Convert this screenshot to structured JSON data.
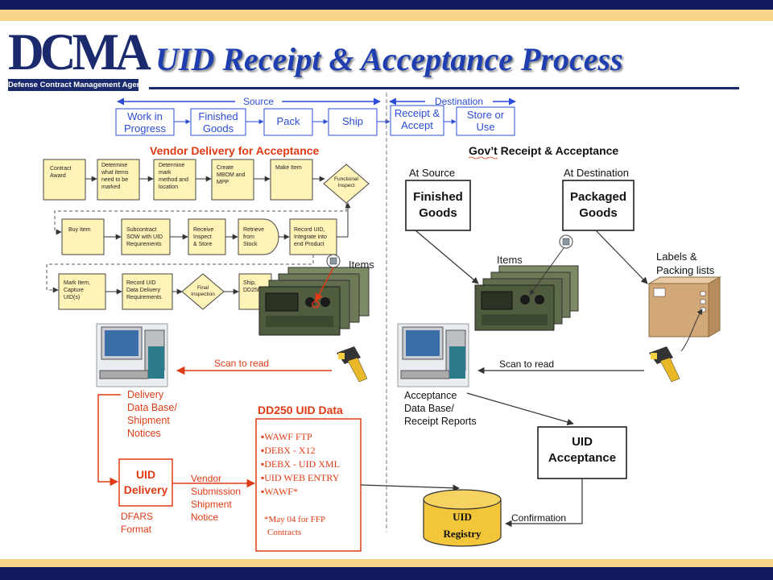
{
  "header": {
    "logo_word": "DCMA",
    "logo_subtitle": "Defense Contract Management Agency",
    "title": "UID Receipt & Acceptance Process"
  },
  "phases": {
    "source_label": "Source",
    "destination_label": "Destination",
    "steps": [
      {
        "line1": "Work in",
        "line2": "Progress"
      },
      {
        "line1": "Finished",
        "line2": "Goods"
      },
      {
        "line1": "Pack",
        "line2": ""
      },
      {
        "line1": "Ship",
        "line2": ""
      },
      {
        "line1": "Receipt &",
        "line2": "Accept"
      },
      {
        "line1": "Store or",
        "line2": "Use"
      }
    ]
  },
  "vendor": {
    "title": "Vendor Delivery for Acceptance",
    "row1": [
      {
        "lines": [
          "Contract",
          "Award"
        ]
      },
      {
        "lines": [
          "Determine",
          "what items",
          "need to be",
          "marked"
        ]
      },
      {
        "lines": [
          "Determine",
          "mark",
          "method and",
          "location"
        ]
      },
      {
        "lines": [
          "Create",
          "MBOM and",
          "MPP"
        ]
      },
      {
        "lines": [
          "Make Item"
        ]
      }
    ],
    "functional_inspect": [
      "Functional",
      "Inspect"
    ],
    "row2": [
      {
        "lines": [
          "Buy Item"
        ]
      },
      {
        "lines": [
          "Subcontract",
          "SOW with UID",
          "Requirements"
        ]
      },
      {
        "lines": [
          "Receive",
          "Inspect",
          "& Store"
        ]
      },
      {
        "lines": [
          "Retrieve",
          "from",
          "Stock"
        ]
      },
      {
        "lines": [
          "Record UID,",
          "Integrate into",
          "end Product"
        ]
      }
    ],
    "row3": [
      {
        "lines": [
          "Mark Item,",
          "Capture",
          "UID(s)"
        ]
      },
      {
        "lines": [
          "Record UID",
          "Data Delivery",
          "Requirements"
        ]
      }
    ],
    "final_inspection": [
      "Final",
      "Inspection"
    ],
    "ship_box": [
      "Ship,",
      "DD250"
    ],
    "items_label": "Items",
    "scan_label": "Scan to read",
    "delivery_db_lines": [
      "Delivery",
      "Data Base/",
      "Shipment",
      "Notices"
    ],
    "uid_delivery": [
      "UID",
      "Delivery"
    ],
    "dfars_lines": [
      "DFARS",
      "Format"
    ],
    "vendor_submission_lines": [
      "Vendor",
      "Submission",
      "Shipment",
      "Notice"
    ]
  },
  "dd250": {
    "title": "DD250 UID Data",
    "items": [
      "▪WAWF FTP",
      "▪DEBX - X12",
      "▪DEBX - UID XML",
      "▪UID WEB ENTRY",
      "▪WAWF*"
    ],
    "note_lines": [
      "*May 04 for FFP",
      "Contracts"
    ]
  },
  "gov": {
    "title": "Gov’t Receipt & Acceptance",
    "at_source_label": "At Source",
    "at_destination_label": "At Destination",
    "finished_goods": [
      "Finished",
      "Goods"
    ],
    "packaged_goods": [
      "Packaged",
      "Goods"
    ],
    "items_label": "Items",
    "labels_lines": [
      "Labels &",
      "Packing lists"
    ],
    "scan_label": "Scan to read",
    "acceptance_db_lines": [
      "Acceptance",
      "Data Base/",
      "Receipt Reports"
    ],
    "uid_acceptance": [
      "UID",
      "Acceptance"
    ],
    "confirmation_label": "Confirmation",
    "uid_registry": [
      "UID",
      "Registry"
    ]
  }
}
